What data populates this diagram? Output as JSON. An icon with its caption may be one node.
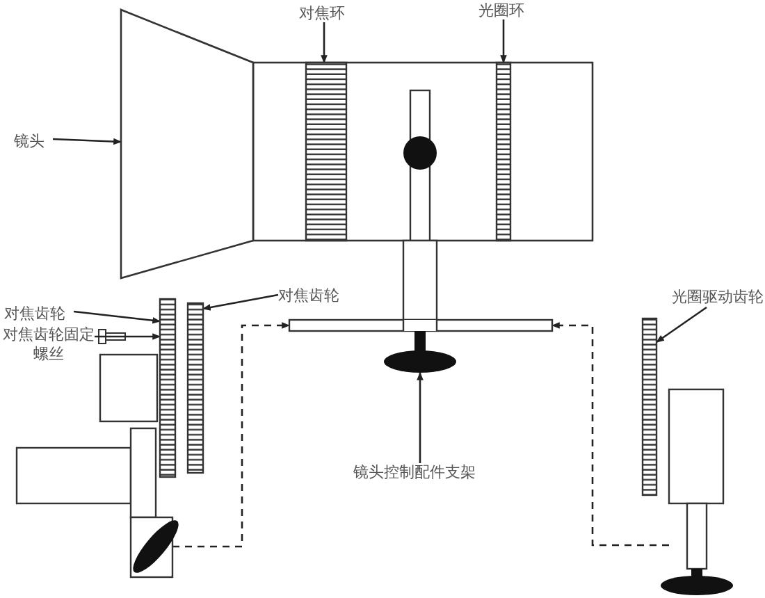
{
  "diagram": {
    "nodes": [
      {
        "text": [
          "镜头"
        ]
      },
      {
        "text": [],
        "shape": "trapezoid"
      },
      {
        "text": [
          "对焦环"
        ]
      },
      {
        "text": [],
        "shape": "bar"
      },
      {
        "text": [
          "光圈环"
        ]
      },
      {
        "text": [],
        "shape": "bar"
      },
      {
        "text": [
          "对焦齿轮"
        ]
      },
      {
        "text": [],
        "shape": "bar"
      },
      {
        "text": [
          "对焦齿轮"
        ]
      },
      {
        "text": [],
        "shape": "bar"
      },
      {
        "text": [
          "对焦齿轮固定螺丝"
        ]
      },
      {
        "text": [
          "镜头控制配件支架"
        ]
      },
      {
        "text": [],
        "shape": "picture"
      },
      {
        "text": [
          "光圈驱动齿轮"
        ]
      },
      {
        "text": [],
        "shape": "bar"
      },
      {
        "text": [],
        "shape": "picture"
      },
      {
        "text": [],
        "shape": "picture"
      }
    ],
    "edges": [
      {
        "from": 0,
        "to": 1,
        "arrow": "to"
      },
      {
        "from": 2,
        "to": 3,
        "arrow": "to"
      },
      {
        "from": 4,
        "to": 5,
        "arrow": "to"
      },
      {
        "from": 6,
        "to": 7,
        "arrow": "to"
      },
      {
        "from": 8,
        "to": 9,
        "arrow": "to"
      },
      {
        "from": 10,
        "to": 7,
        "arrow": "to"
      },
      {
        "from": 11,
        "to": 12,
        "arrow": "to"
      },
      {
        "from": 13,
        "to": 14,
        "arrow": "to"
      },
      {
        "from": 15,
        "to": 12,
        "arrow": "to",
        "style": "dashed"
      },
      {
        "from": 16,
        "to": 12,
        "arrow": "to",
        "style": "dashed"
      }
    ]
  }
}
